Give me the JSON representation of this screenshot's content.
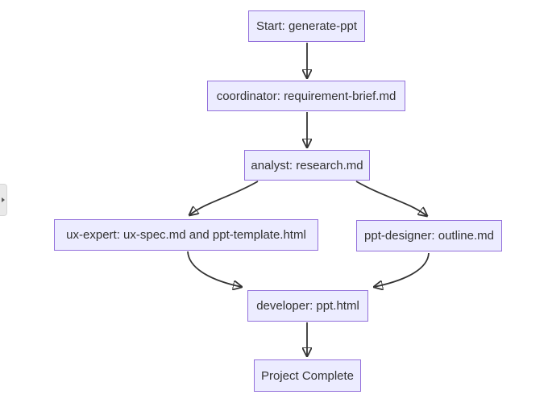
{
  "diagram": {
    "type": "flowchart",
    "direction": "top-down",
    "nodes": {
      "start": {
        "label": "Start: generate-ppt"
      },
      "coordinator": {
        "label": "coordinator: requirement-brief.md"
      },
      "analyst": {
        "label": "analyst: research.md"
      },
      "ux_expert": {
        "label": "ux-expert: ux-spec.md and ppt-template.html"
      },
      "ppt_designer": {
        "label": "ppt-designer: outline.md"
      },
      "developer": {
        "label": "developer: ppt.html"
      },
      "complete": {
        "label": "Project Complete"
      }
    },
    "edges": [
      {
        "from": "start",
        "to": "coordinator"
      },
      {
        "from": "coordinator",
        "to": "analyst"
      },
      {
        "from": "analyst",
        "to": "ux_expert"
      },
      {
        "from": "analyst",
        "to": "ppt_designer"
      },
      {
        "from": "ux_expert",
        "to": "developer"
      },
      {
        "from": "ppt_designer",
        "to": "developer"
      },
      {
        "from": "developer",
        "to": "complete"
      }
    ],
    "colors": {
      "node_fill": "#ECECFF",
      "node_border": "#9370DB",
      "arrow": "#333333",
      "text": "#333333",
      "background": "#ffffff"
    }
  },
  "side_panel": {
    "toggle_icon": "chevron-right-icon"
  }
}
